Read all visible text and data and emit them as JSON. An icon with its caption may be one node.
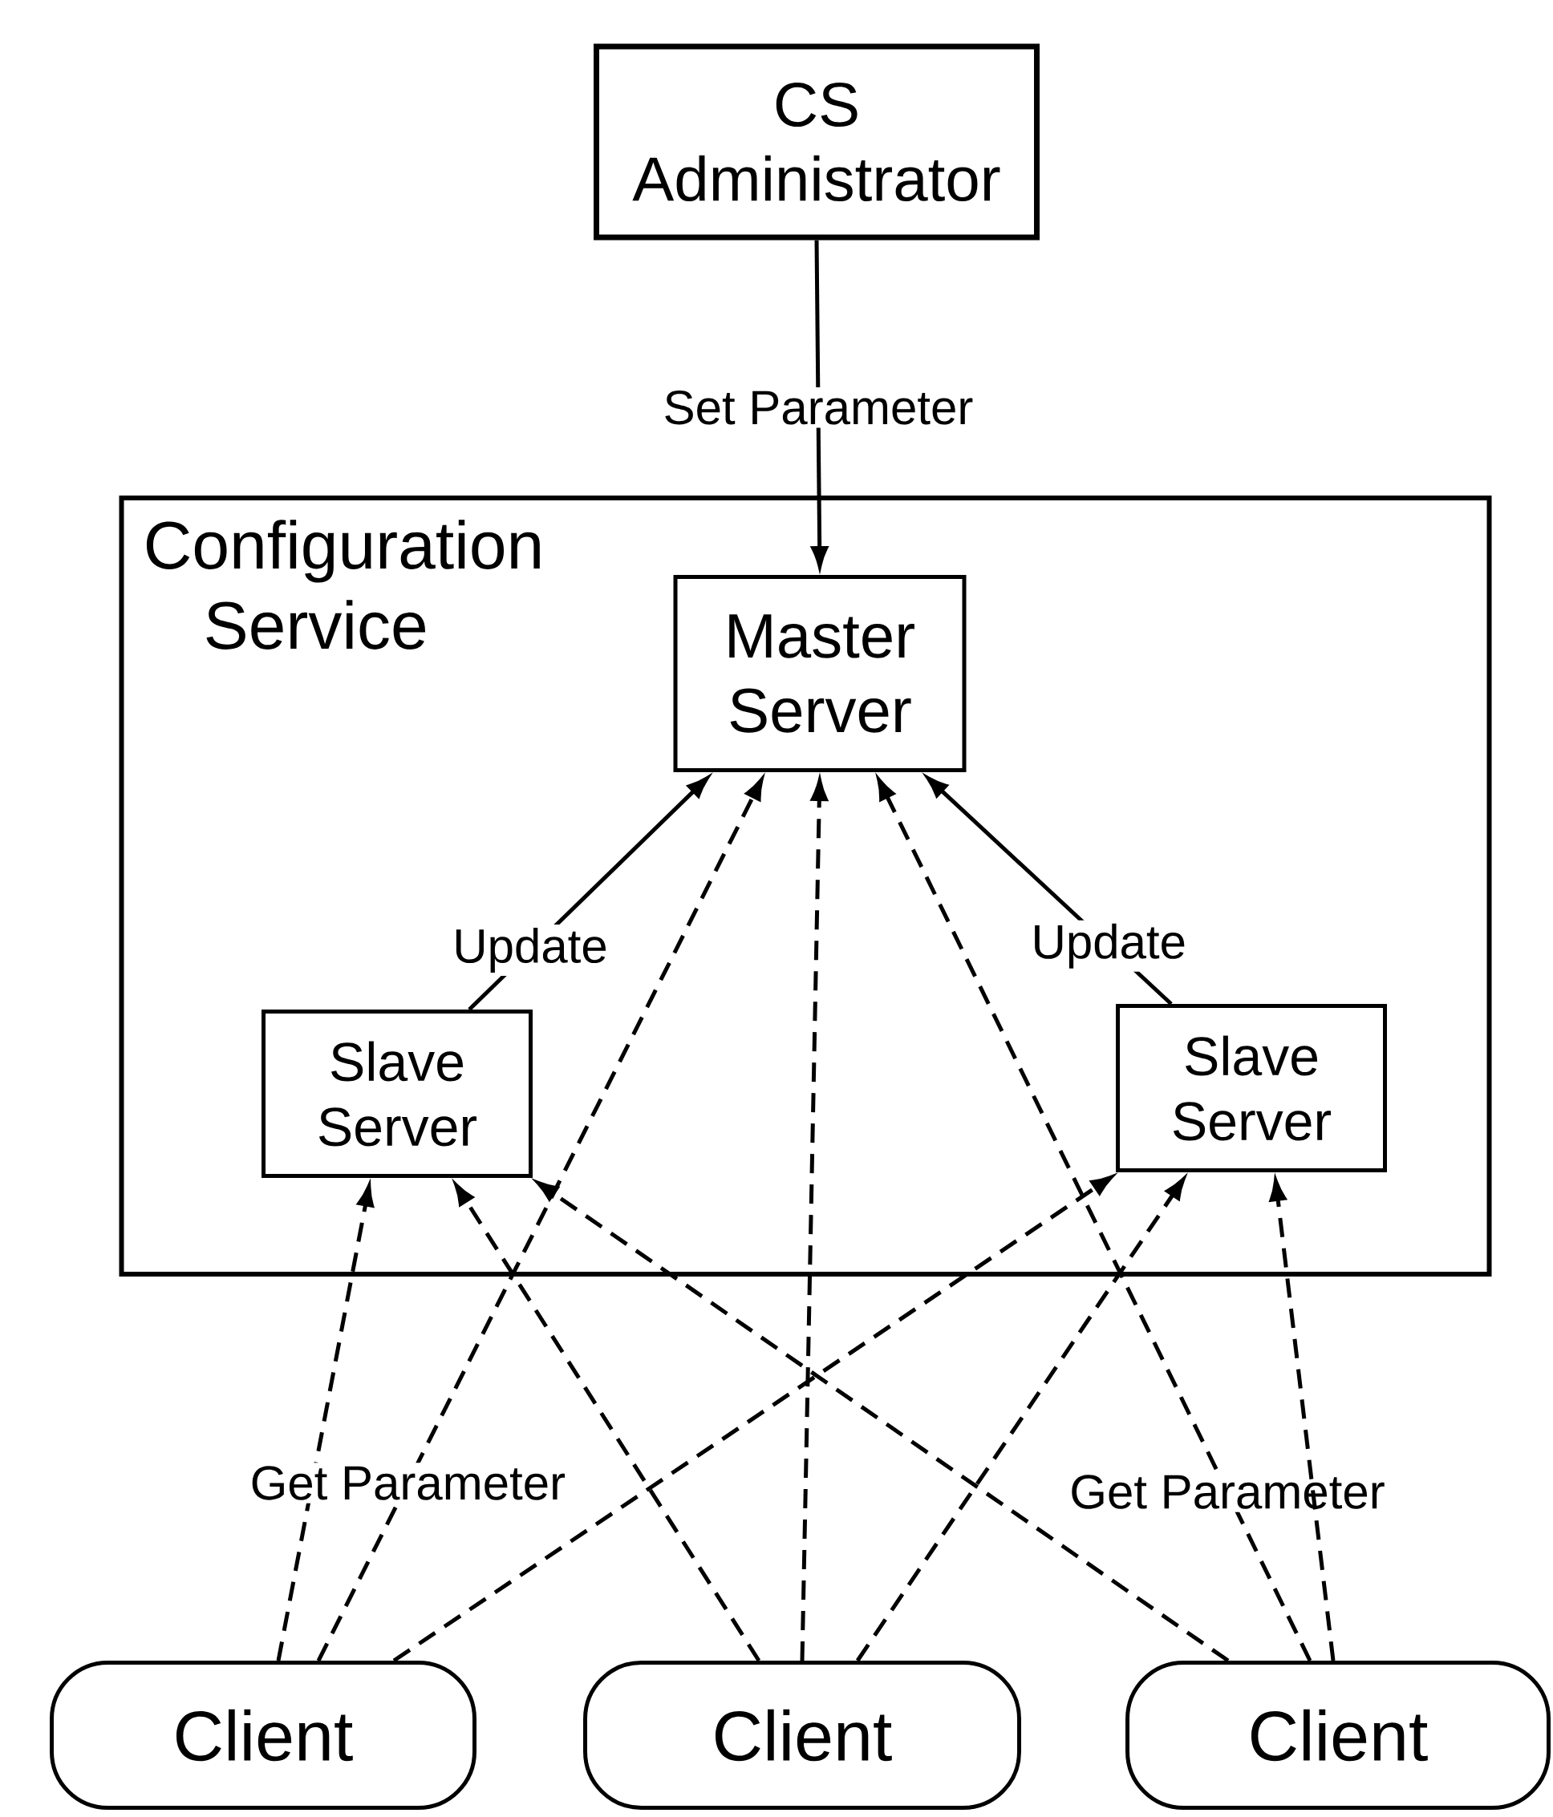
{
  "diagram": {
    "nodes": [
      {
        "text": [
          "CS Administrator"
        ]
      },
      {
        "text": [
          "Configuration Service"
        ]
      },
      {
        "text": [
          "Master Server"
        ],
        "in": 1
      },
      {
        "text": [
          "Slave Server"
        ],
        "in": 1
      },
      {
        "text": [
          "Slave Server"
        ],
        "in": 1
      },
      {
        "text": [
          "Client"
        ]
      },
      {
        "text": [
          "Client"
        ]
      },
      {
        "text": [
          "Client"
        ]
      }
    ],
    "edges": [
      {
        "from": 0,
        "to": 2,
        "arrow": "to",
        "label": "Set Parameter"
      },
      {
        "from": 3,
        "to": 2,
        "arrow": "to",
        "label": "Update"
      },
      {
        "from": 4,
        "to": 2,
        "arrow": "to",
        "label": "Update"
      },
      {
        "from": 5,
        "to": 3,
        "arrow": "to",
        "style": "dashed"
      },
      {
        "from": 5,
        "to": 2,
        "arrow": "to",
        "style": "dashed",
        "label": "Get Parameter"
      },
      {
        "from": 5,
        "to": 4,
        "arrow": "to",
        "style": "dashed"
      },
      {
        "from": 6,
        "to": 3,
        "arrow": "to",
        "style": "dashed"
      },
      {
        "from": 6,
        "to": 2,
        "arrow": "to",
        "style": "dashed"
      },
      {
        "from": 6,
        "to": 4,
        "arrow": "to",
        "style": "dashed"
      },
      {
        "from": 7,
        "to": 3,
        "arrow": "to",
        "style": "dashed"
      },
      {
        "from": 7,
        "to": 2,
        "arrow": "to",
        "style": "dashed",
        "label": "Get Parameter"
      },
      {
        "from": 7,
        "to": 4,
        "arrow": "to",
        "style": "dashed"
      }
    ]
  }
}
